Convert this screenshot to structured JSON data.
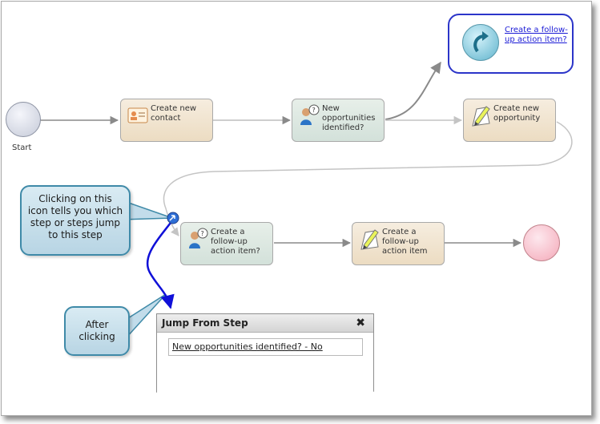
{
  "diagram": {
    "start_label": "Start",
    "nodes": {
      "create_new_contact": "Create new contact",
      "new_opportunities_identified": "New opportunities identified?",
      "create_new_opportunity": "Create new opportunity",
      "create_followup_question": "Create a follow-up action item?",
      "create_followup_item": "Create a follow-up action item"
    },
    "highlight_link": "Create a follow-up action item?"
  },
  "callouts": {
    "icon_tip": [
      "Clicking on this",
      "icon tells you which",
      "step or steps jump",
      "to this step"
    ],
    "after_clicking": [
      "After",
      "clicking"
    ]
  },
  "popup": {
    "title": "Jump From Step",
    "close_symbol": "✖",
    "entry": "New opportunities identified? - No"
  },
  "colors": {
    "blue_arrow": "#1010d8",
    "highlight_border": "#2c35c9",
    "connector": "#8a8a8a"
  }
}
